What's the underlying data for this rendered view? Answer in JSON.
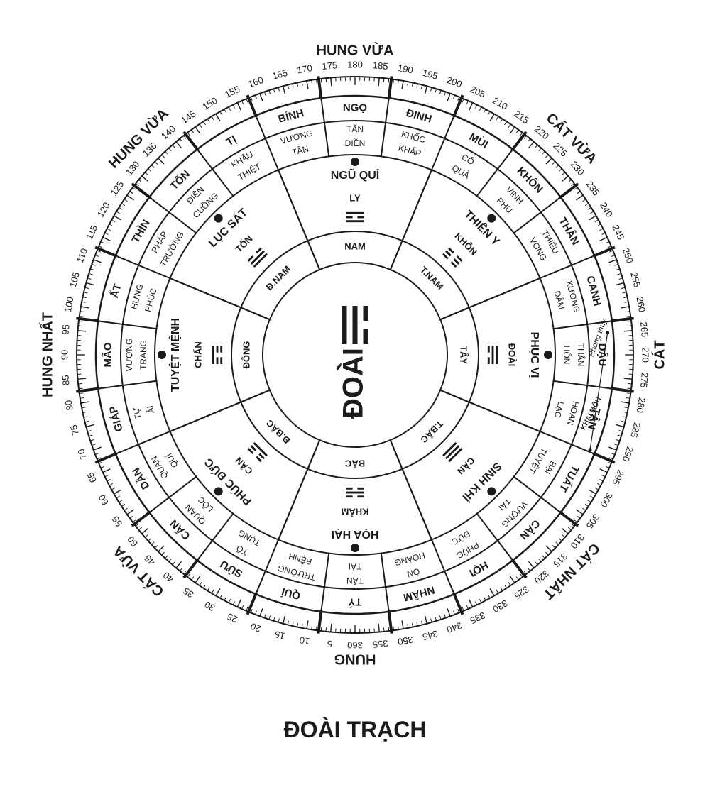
{
  "caption": "ĐOÀI TRẠCH",
  "center": {
    "label": "ĐOÀI",
    "trigram": [
      1,
      1,
      0
    ]
  },
  "outer_labels": [
    {
      "text": "HUNG VỪA",
      "dir": "top"
    },
    {
      "text": "CÁT VỪA",
      "dir": "top-right"
    },
    {
      "text": "CÁT",
      "dir": "right"
    },
    {
      "text": "CÁT NHẤT",
      "dir": "bottom-right"
    },
    {
      "text": "HUNG",
      "dir": "bottom"
    },
    {
      "text": "CÁT VỪA",
      "dir": "bottom-left"
    },
    {
      "text": "HUNG NHẤT",
      "dir": "left"
    },
    {
      "text": "HUNG VỪA",
      "dir": "top-left"
    }
  ],
  "degree_labels": [
    "360",
    "5",
    "10",
    "15",
    "20",
    "25",
    "30",
    "35",
    "40",
    "45",
    "50",
    "55",
    "60",
    "65",
    "70",
    "75",
    "80",
    "85",
    "90",
    "95",
    "100",
    "105",
    "110",
    "115",
    "120",
    "125",
    "130",
    "135",
    "140",
    "145",
    "150",
    "155",
    "160",
    "165",
    "170",
    "175",
    "180",
    "185",
    "190",
    "195",
    "200",
    "205",
    "210",
    "215",
    "220",
    "225",
    "230",
    "235",
    "240",
    "245",
    "250",
    "255",
    "260",
    "265",
    "270",
    "275",
    "280",
    "285",
    "290",
    "295",
    "300",
    "305",
    "310",
    "315",
    "320",
    "325",
    "330",
    "335",
    "340",
    "345",
    "350",
    "355"
  ],
  "mountains": [
    "TÝ",
    "QUÍ",
    "SỬU",
    "CẤN",
    "DẦN",
    "GIÁP",
    "MÃO",
    "ẤT",
    "THÌN",
    "TỐN",
    "TỊ",
    "BÍNH",
    "NGỌ",
    "ĐINH",
    "MÙI",
    "KHÔN",
    "THÂN",
    "CANH",
    "DẬU",
    "TÂN",
    "TUẤT",
    "CÀN",
    "HỢI",
    "NHÂM"
  ],
  "stars": [
    [
      "TẤN",
      "TÀI"
    ],
    [
      "TRƯỜNG",
      "BỆNH"
    ],
    [
      "TỐ",
      "TỤNG"
    ],
    [
      "QUAN",
      "LỘC"
    ],
    [
      "QUAN",
      "QUÍ"
    ],
    [
      "TỰ",
      "ẢI"
    ],
    [
      "VƯỢNG",
      "TRANG"
    ],
    [
      "HƯNG",
      "PHÚC"
    ],
    [
      "PHÁP",
      "TRƯỜNG"
    ],
    [
      "ĐIÊN",
      "CUỒNG"
    ],
    [
      "KHẨU",
      "THIỆT"
    ],
    [
      "VƯƠNG",
      "TÂN"
    ],
    [
      "TẤN",
      "ĐIỀN"
    ],
    [
      "KHỐC",
      "KHẤP"
    ],
    [
      "CÔ",
      "QUẢ"
    ],
    [
      "VINH",
      "PHÚ"
    ],
    [
      "THIẾU",
      "VONG"
    ],
    [
      "XƯƠNG",
      "DÂM"
    ],
    [
      "THÂN",
      "HÔN"
    ],
    [
      "HOAN",
      "LẠC"
    ],
    [
      "BẠI",
      "TUYỆT"
    ],
    [
      "VƯỢNG",
      "TÀI"
    ],
    [
      "PHÚC",
      "ĐỨC"
    ],
    [
      "ÔN",
      "HOÀNG"
    ]
  ],
  "palaces": [
    {
      "name": "HỌA HẠI",
      "trigram_name": "KHẢM",
      "trigram": [
        0,
        1,
        0
      ]
    },
    {
      "name": "PHÚC ĐỨC",
      "trigram_name": "CẤN",
      "trigram": [
        0,
        0,
        1
      ]
    },
    {
      "name": "TUYỆT MỆNH",
      "trigram_name": "CHẤN",
      "trigram": [
        1,
        0,
        0
      ]
    },
    {
      "name": "LỤC SÁT",
      "trigram_name": "TỐN",
      "trigram": [
        0,
        1,
        1
      ]
    },
    {
      "name": "NGŨ QUỈ",
      "trigram_name": "LY",
      "trigram": [
        1,
        0,
        1
      ]
    },
    {
      "name": "THIÊN Y",
      "trigram_name": "KHÔN",
      "trigram": [
        0,
        0,
        0
      ]
    },
    {
      "name": "PHỤC VỊ",
      "trigram_name": "ĐOÀI",
      "trigram": [
        1,
        1,
        0
      ]
    },
    {
      "name": "SINH KHÍ",
      "trigram_name": "CÀN",
      "trigram": [
        1,
        1,
        1
      ]
    }
  ],
  "directions": [
    "BẮC",
    "Đ.BẮC",
    "ĐÔNG",
    "Đ.NAM",
    "NAM",
    "T.NAM",
    "TÂY",
    "T.BẮC"
  ],
  "door_note": {
    "upper": "Phong thủy",
    "lower": "KHAI MÔN"
  },
  "colors": {
    "ink": "#1b1b1b",
    "paper": "#ffffff"
  }
}
